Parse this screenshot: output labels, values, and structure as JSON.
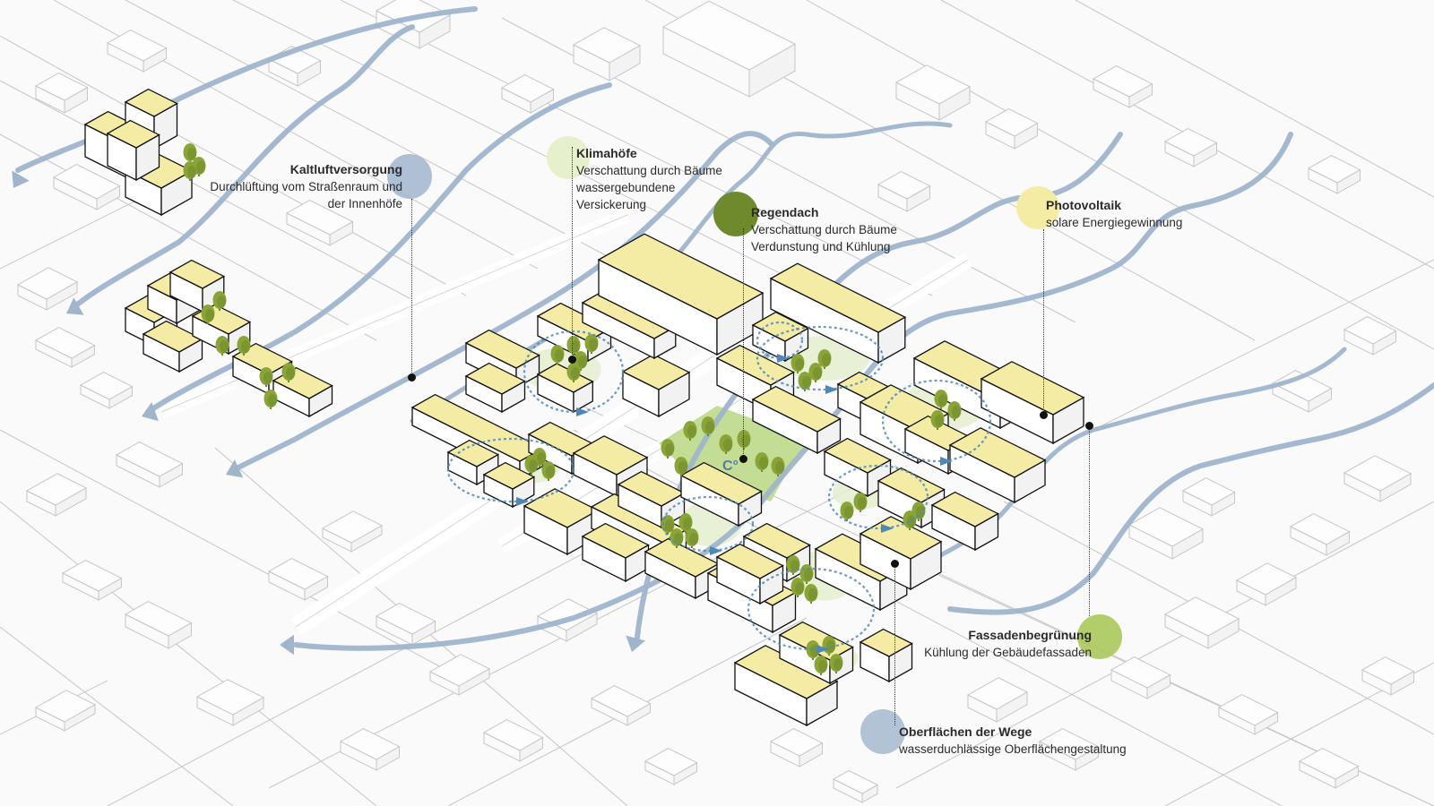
{
  "colors": {
    "building_roof": "#f4eca4",
    "building_side": "#ffffff",
    "tree": "#8aa536",
    "tree_dark": "#6f8a2c",
    "airflow": "#9fb5cc",
    "circulation": "#4f88b8",
    "park": "#bcd98a",
    "courtyard": "#e4efcf",
    "context_line": "#c6c6c6"
  },
  "callouts": [
    {
      "id": "kaltluft",
      "title": "Kaltluftversorgung",
      "lines": [
        "Durchlüftung vom Straßenraum und",
        "der Innenhöfe"
      ],
      "badge_color": "#9fb5cc",
      "badge_opacity": 0.85
    },
    {
      "id": "klimahoefe",
      "title": "Klimahöfe",
      "lines": [
        "Verschattung durch Bäume",
        "wassergebundene",
        "Versickerung"
      ],
      "badge_color": "#e7f0cc",
      "badge_opacity": 1
    },
    {
      "id": "regendach",
      "title": "Regendach",
      "lines": [
        "Verschattung durch Bäume",
        "Verdunstung und Kühlung"
      ],
      "badge_color": "#6f8a2c",
      "badge_opacity": 1
    },
    {
      "id": "photovoltaik",
      "title": "Photovoltaik",
      "lines": [
        "solare Energiegewinnung"
      ],
      "badge_color": "#f4eca4",
      "badge_opacity": 1
    },
    {
      "id": "fassaden",
      "title": "Fassadenbegrünung",
      "lines": [
        "Kühlung der Gebäudefassaden"
      ],
      "badge_color": "#a9c95a",
      "badge_opacity": 0.9
    },
    {
      "id": "oberflaechen",
      "title": "Oberflächen der Wege",
      "lines": [
        "wasserduchlässige Oberflächengestaltung"
      ],
      "badge_color": "#9fb5cc",
      "badge_opacity": 0.8
    }
  ],
  "park_label": "C°"
}
